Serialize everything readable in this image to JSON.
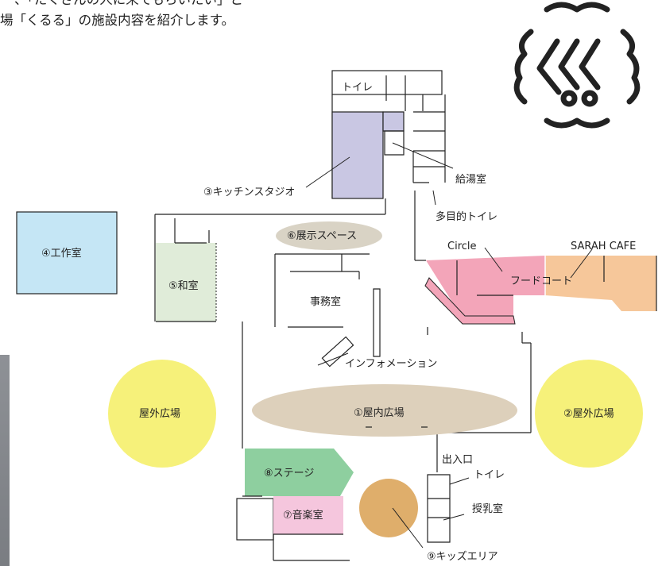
{
  "intro": {
    "line1": "、「たくさんの人に来てもらいたい」と",
    "line2": "場「くるる」の施設内容を紹介します。"
  },
  "logo": {
    "name": "kururu-logo",
    "color": "#222222"
  },
  "rooms": {
    "toilet_top": "トイレ",
    "kitchen_studio": "③キッチンスタジオ",
    "kyuto": "給湯室",
    "multi_toilet": "多目的トイレ",
    "workshop": "④工作室",
    "washitsu": "⑤和室",
    "exhibition": "⑥展示スペース",
    "office": "事務室",
    "circle": "Circle",
    "sarah_cafe": "SARAH CAFE",
    "food_court": "フードコート",
    "information": "インフォメーション",
    "outdoor_left": "屋外広場",
    "indoor_plaza": "①屋内広場",
    "outdoor_right": "②屋外広場",
    "stage": "⑧ステージ",
    "music_room": "⑦音楽室",
    "entrance": "出入口",
    "toilet_bottom": "トイレ",
    "nursing": "授乳室",
    "kids_area": "⑨キッズエリア"
  },
  "colors": {
    "kitchen": "#c9c7e3",
    "workshop": "#c5e6f5",
    "washitsu": "#e0ecd9",
    "exhibition": "#d9d3c5",
    "food_pink": "#f3a5b9",
    "cafe_orange": "#f6c79a",
    "plaza": "#ddd0bb",
    "outdoor": "#f6f17a",
    "stage": "#8ecf9f",
    "music": "#f5c6dd",
    "kids": "#dfae6b"
  }
}
